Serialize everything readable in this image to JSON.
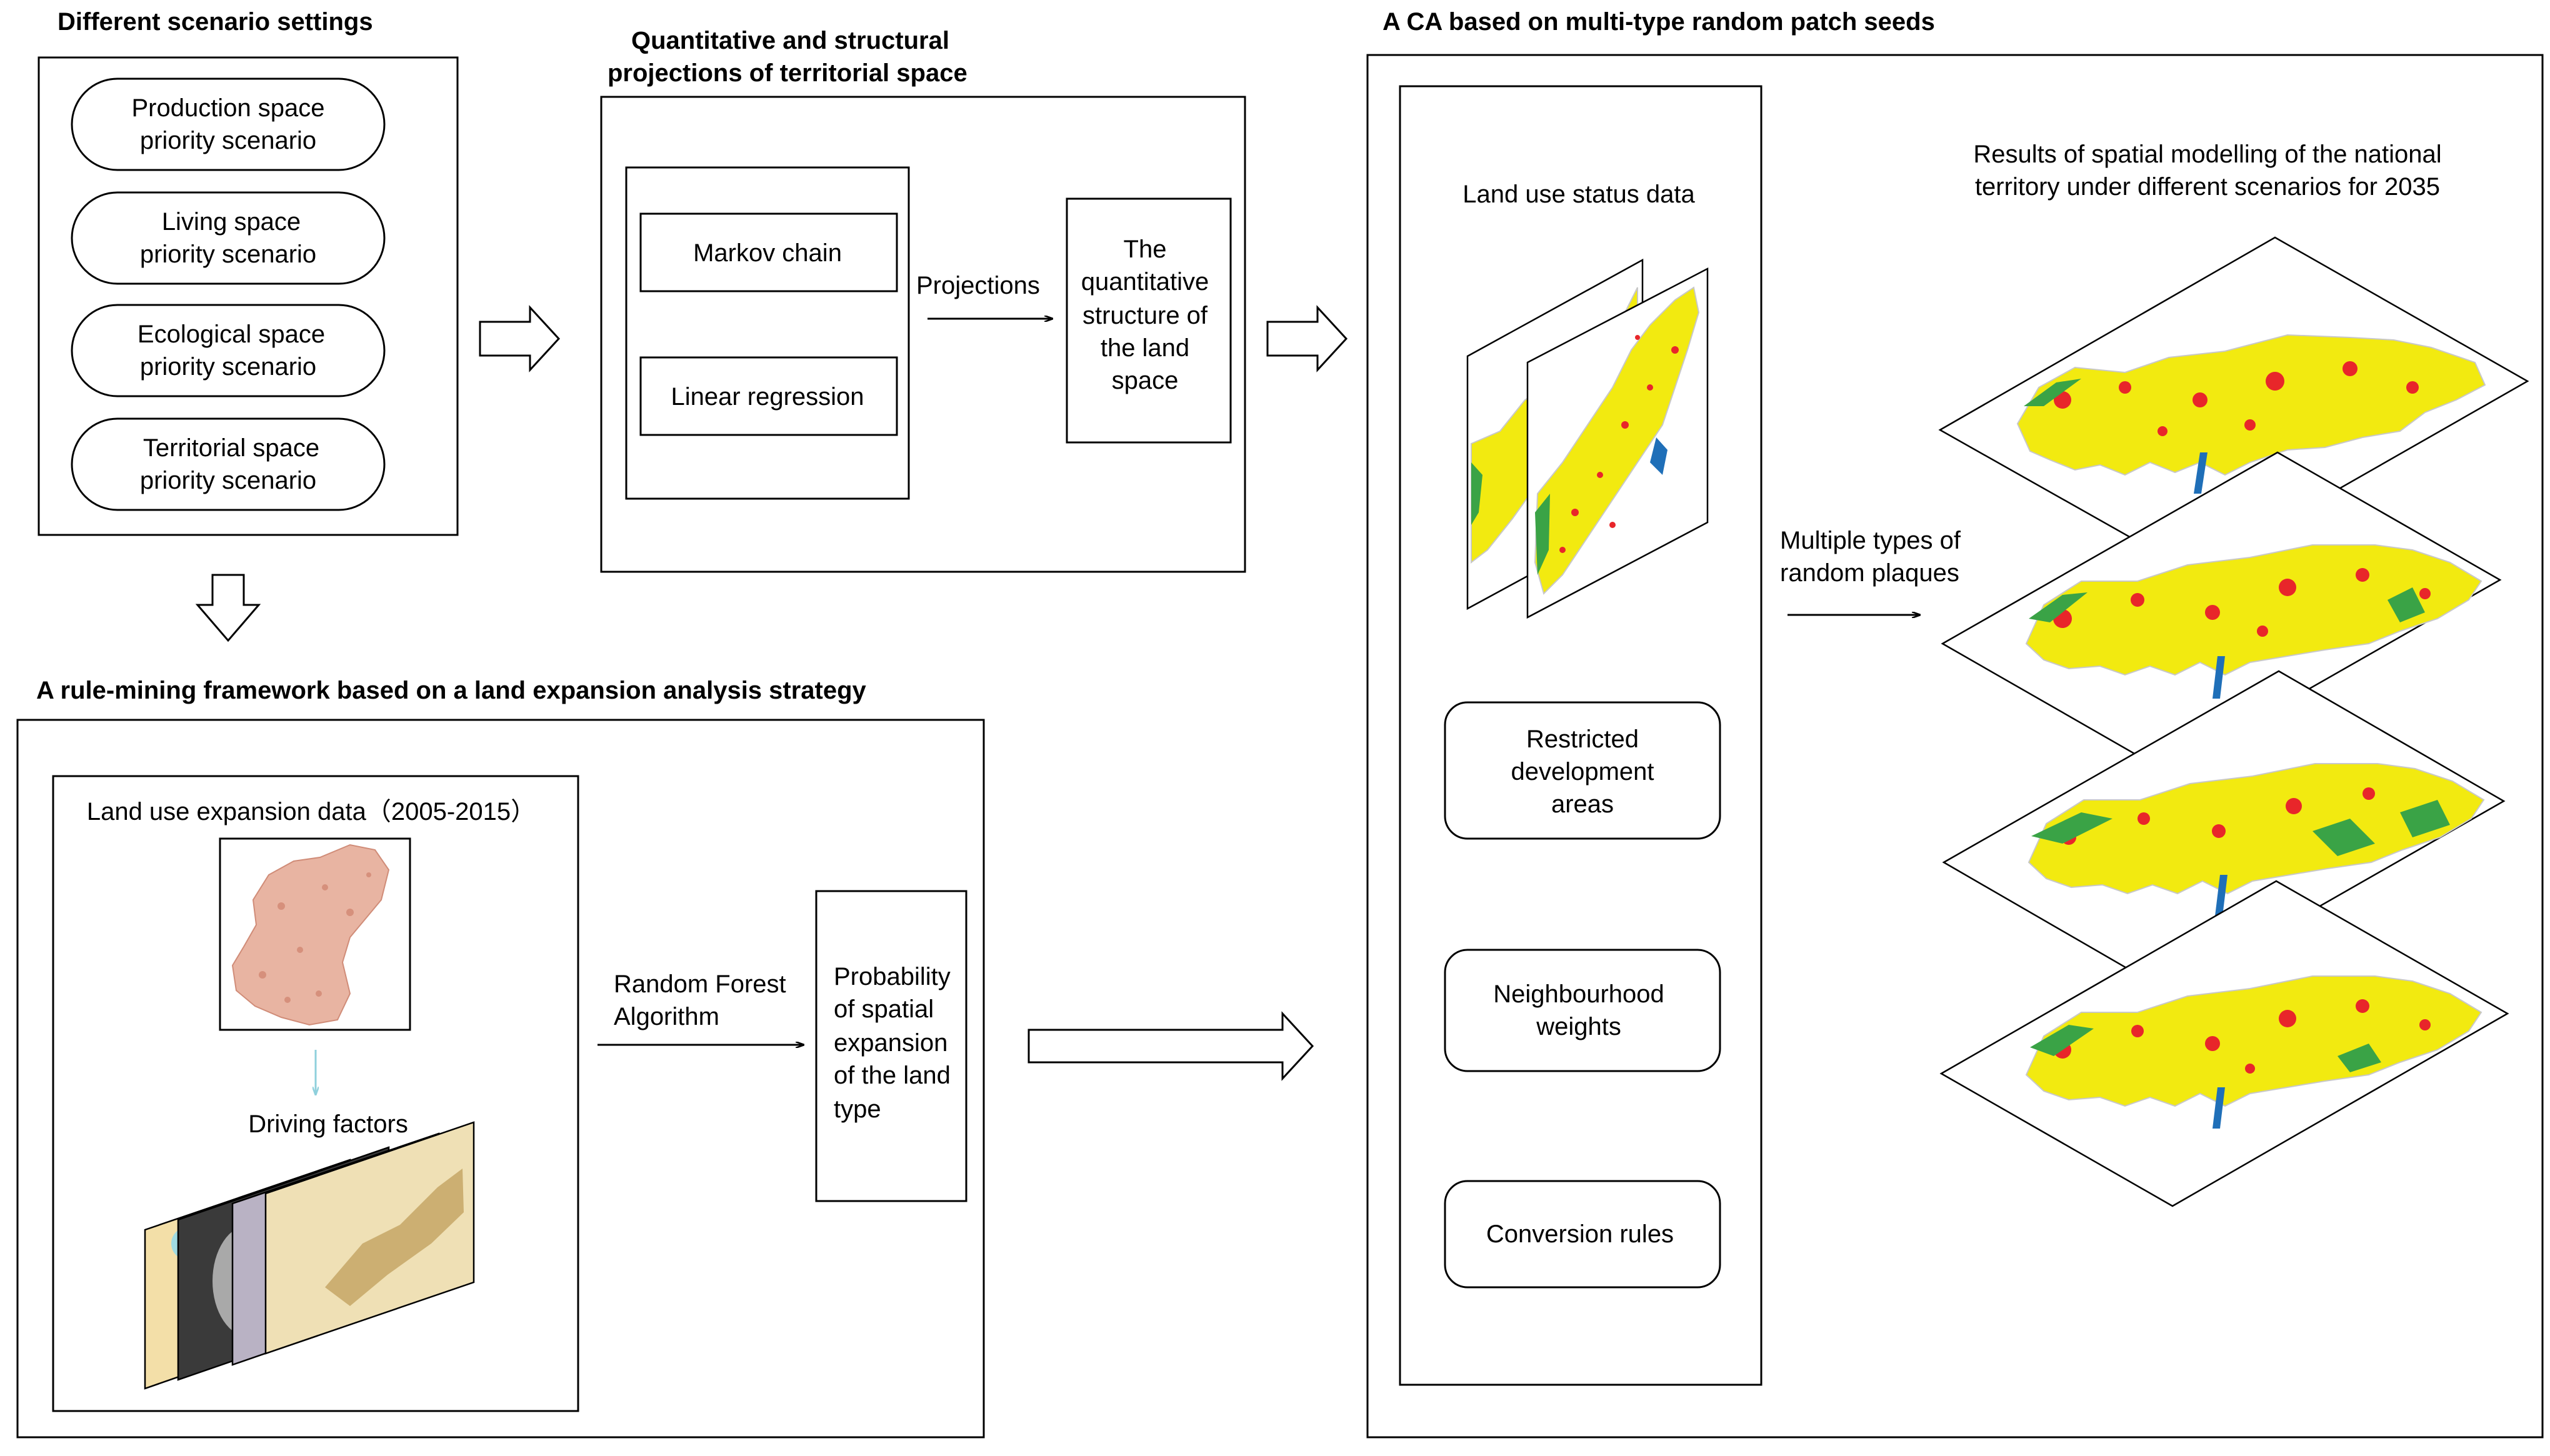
{
  "headers": {
    "scenario_settings": "Different scenario settings",
    "projections_line1": "Quantitative and structural",
    "projections_line2": "projections of territorial space",
    "ca_model": "A CA based on multi-type random patch seeds",
    "rule_mining": "A rule-mining framework based on a land expansion analysis strategy"
  },
  "scenarios": [
    {
      "line1": "Production space",
      "line2": "priority scenario"
    },
    {
      "line1": "Living space",
      "line2": "priority scenario"
    },
    {
      "line1": "Ecological space",
      "line2": "priority scenario"
    },
    {
      "line1": "Territorial  space",
      "line2": "priority scenario"
    }
  ],
  "projection": {
    "markov": "Markov  chain",
    "regression": "Linear regression",
    "arrow_label": "Projections",
    "structure": [
      "The",
      "quantitative",
      "structure of",
      "the land",
      "space"
    ]
  },
  "rule": {
    "expansion_data": "Land use expansion data（2005-2015）",
    "driving_factors": "Driving  factors",
    "algorithm": [
      "Random Forest",
      "Algorithm"
    ],
    "probability": [
      "Probability",
      "of spatial",
      "expansion",
      "of the land",
      "type"
    ]
  },
  "ca": {
    "status_data": "Land use status data",
    "restricted": [
      "Restricted",
      "development",
      "areas"
    ],
    "neighbourhood": [
      "Neighbourhood",
      "weights"
    ],
    "conversion": "Conversion  rules",
    "plaques": [
      "Multiple types of",
      "random plaques"
    ],
    "results": [
      "Results of spatial modelling  of the national",
      "territory under different  scenarios for 2035"
    ]
  },
  "colors": {
    "map_yellow": "#f2ea10",
    "hotspot_red": "#e8262a",
    "forest_green": "#3aa346",
    "water_blue": "#1f6fb8",
    "expansion_pink": "#e8b4a2",
    "factor_tan": "#e8d8a6"
  }
}
